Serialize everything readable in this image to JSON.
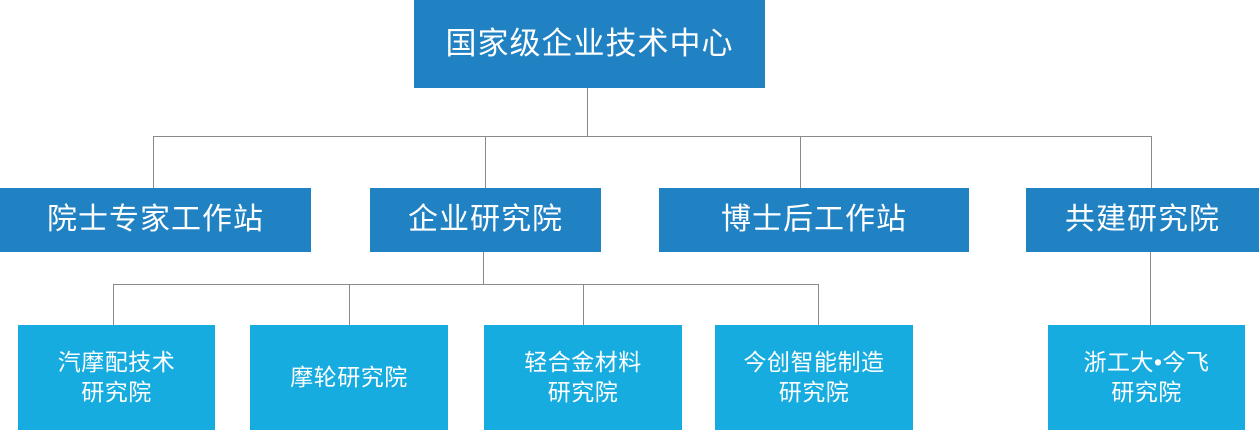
{
  "chart_data": {
    "type": "diagram",
    "subtype": "organizational-hierarchy-tree",
    "title": "国家级企业技术中心",
    "orientation": "top-down",
    "levels": 3,
    "colors": {
      "level1_fill": "#2081c3",
      "level2_fill": "#2081c3",
      "level3_fill": "#17ace0",
      "node_text": "#ffffff",
      "connector_line": "#8a8a8a",
      "background": "#ffffff"
    },
    "nodes": [
      {
        "id": "n0",
        "label": "国家级企业技术中心",
        "level": 1,
        "parent": null
      },
      {
        "id": "n1",
        "label": "院士专家工作站",
        "level": 2,
        "parent": "n0"
      },
      {
        "id": "n2",
        "label": "企业研究院",
        "level": 2,
        "parent": "n0"
      },
      {
        "id": "n3",
        "label": "博士后工作站",
        "level": 2,
        "parent": "n0"
      },
      {
        "id": "n4",
        "label": "共建研究院",
        "level": 2,
        "parent": "n0"
      },
      {
        "id": "n5",
        "label": "汽摩配技术\n研究院",
        "level": 3,
        "parent": "n2"
      },
      {
        "id": "n6",
        "label": "摩轮研究院",
        "level": 3,
        "parent": "n2"
      },
      {
        "id": "n7",
        "label": "轻合金材料\n研究院",
        "level": 3,
        "parent": "n2"
      },
      {
        "id": "n8",
        "label": "今创智能制造\n研究院",
        "level": 3,
        "parent": "n2"
      },
      {
        "id": "n9",
        "label": "浙工大•今飞\n研究院",
        "level": 3,
        "parent": "n4"
      }
    ],
    "edges": [
      {
        "from": "n0",
        "to": "n1"
      },
      {
        "from": "n0",
        "to": "n2"
      },
      {
        "from": "n0",
        "to": "n3"
      },
      {
        "from": "n0",
        "to": "n4"
      },
      {
        "from": "n2",
        "to": "n5"
      },
      {
        "from": "n2",
        "to": "n6"
      },
      {
        "from": "n2",
        "to": "n7"
      },
      {
        "from": "n2",
        "to": "n8"
      },
      {
        "from": "n4",
        "to": "n9"
      }
    ]
  },
  "root": {
    "label": "国家级企业技术中心"
  },
  "level2": {
    "items": [
      {
        "label": "院士专家工作站"
      },
      {
        "label": "企业研究院"
      },
      {
        "label": "博士后工作站"
      },
      {
        "label": "共建研究院"
      }
    ]
  },
  "level3": {
    "items": [
      {
        "label": "汽摩配技术\n研究院"
      },
      {
        "label": "摩轮研究院"
      },
      {
        "label": "轻合金材料\n研究院"
      },
      {
        "label": "今创智能制造\n研究院"
      },
      {
        "label": "浙工大•今飞\n研究院"
      }
    ]
  }
}
